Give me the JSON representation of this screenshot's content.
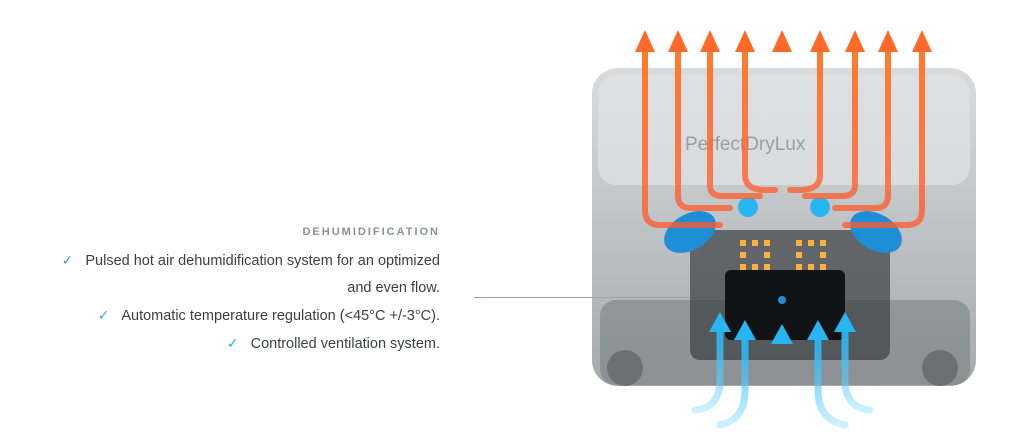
{
  "section": {
    "title": "DEHUMIDIFICATION",
    "items": [
      {
        "line1": "Pulsed hot air dehumidification system for an optimized",
        "line2": "and even flow."
      },
      {
        "line1": "Automatic temperature regulation (<45°C +/-3°C)."
      },
      {
        "line1": "Controlled ventilation system."
      }
    ]
  },
  "device": {
    "brand": "PerfectDryLux",
    "hot_air_color": "#ff6a2a",
    "cold_air_color": "#27b6f2"
  },
  "icons": [
    "check-icon",
    "pointer-dot"
  ]
}
